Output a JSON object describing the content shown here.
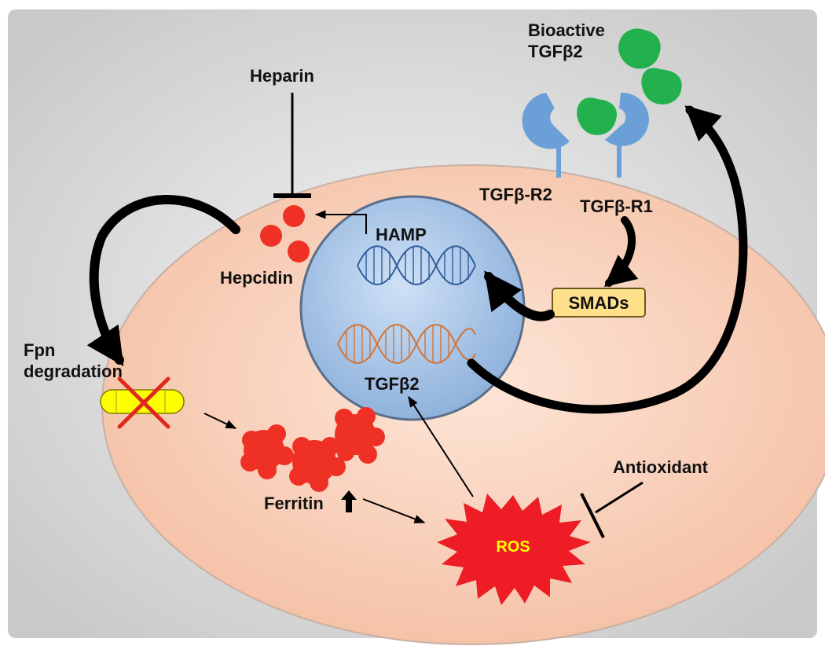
{
  "labels": {
    "bioactive_line1": "Bioactive",
    "bioactive_line2": "TGFβ2",
    "heparin": "Heparin",
    "hepcidin": "Hepcidin",
    "hamp": "HAMP",
    "tgfb_r2": "TGFβ-R2",
    "tgfb_r1": "TGFβ-R1",
    "smads": "SMADs",
    "fpn_line1": "Fpn",
    "fpn_line2": "degradation",
    "tgfb2_gene": "TGFβ2",
    "ferritin": "Ferritin",
    "antioxidant": "Antioxidant",
    "ros": "ROS"
  },
  "colors": {
    "background_outer": "#ffffff",
    "background_inner": "#d9d9d9",
    "cell": "#f6c7ae",
    "cell_edge": "#b9b9b9",
    "nucleus": "#a7c6ea",
    "nucleus_edge": "#5a6e8a",
    "receptor": "#6a9fd8",
    "tgfb2_protein": "#22b14c",
    "hepcidin": "#ee3124",
    "ferritin": "#ee3124",
    "ros_fill": "#ee1c24",
    "ros_text": "#ffff00",
    "smads_box": "#ffe08a",
    "fpn_capsule": "#ffff00",
    "cross": "#e0281c",
    "dna_hamp": "#2f5c9a",
    "dna_tgfb2": "#d0743a",
    "arrows": "#000000"
  },
  "icons": [
    "tgfb2-protein-icon",
    "receptor-icon",
    "hepcidin-icon",
    "ferritin-icon",
    "ros-burst-icon",
    "dna-helix-icon",
    "fpn-capsule-icon",
    "cross-icon",
    "up-arrow-icon"
  ]
}
